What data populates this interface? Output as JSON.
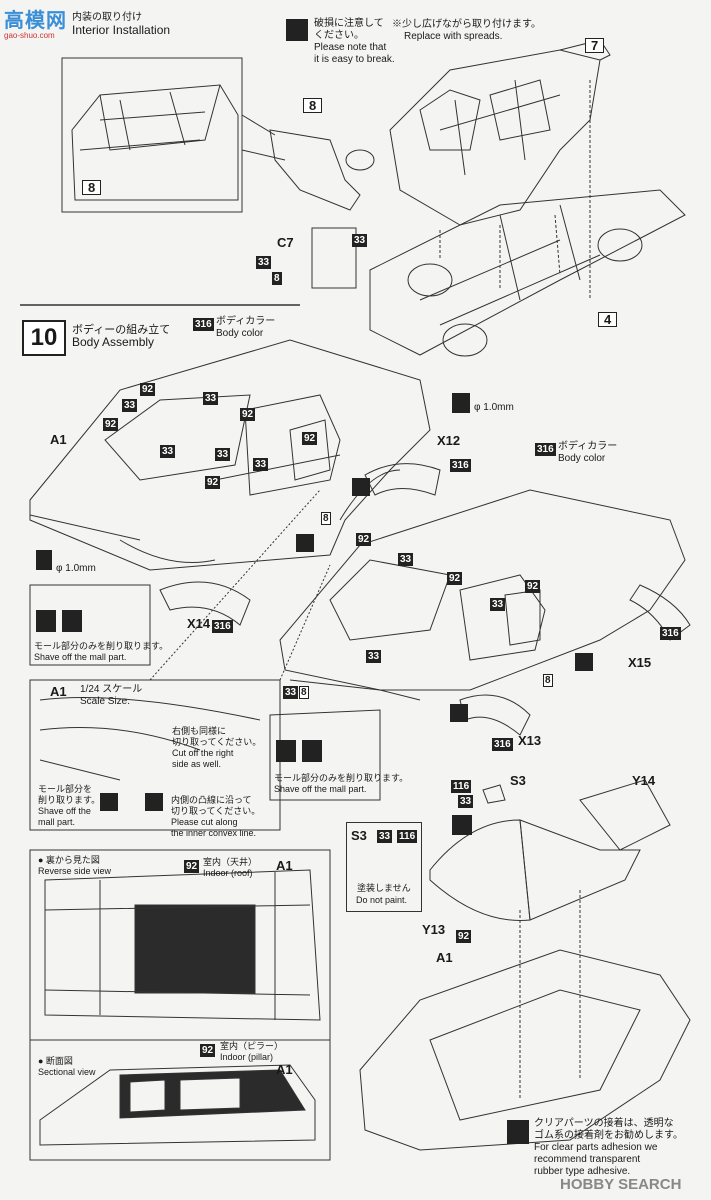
{
  "logo": {
    "text": "高模网",
    "sub": "gao-shuo.com"
  },
  "watermark": "HOBBY SEARCH",
  "step_interior": {
    "title_jp": "内装の取り付け",
    "title_en": "Interior Installation"
  },
  "notes": {
    "fragile_jp": "破損に注意して",
    "fragile_jp2": "ください。",
    "fragile_en1": "Please note that",
    "fragile_en2": "it is easy to break.",
    "spread_jp": "※少し広げながら取り付けます。",
    "spread_en": "Replace with spreads."
  },
  "step10": {
    "number": "10",
    "title_jp": "ボディーの組み立て",
    "title_en": "Body Assembly"
  },
  "labels": {
    "body_color_code": "316",
    "body_color_jp": "ボディカラー",
    "body_color_en": "Body color",
    "phi": "φ 1.0mm",
    "shave_jp": "モール部分のみを削り取ります。",
    "shave_en": "Shave off the mall part.",
    "scale_part": "A1",
    "scale_jp": "1/24 スケール",
    "scale_en": "Scale Size.",
    "right_jp1": "右側も同様に",
    "right_jp2": "切り取ってください。",
    "right_en1": "Cut off the right",
    "right_en2": "side as well.",
    "mall_jp1": "モール部分を",
    "mall_jp2": "削り取ります。",
    "mall_en1": "Shave off the",
    "mall_en2": "mall part.",
    "convex_jp1": "内側の凸線に沿って",
    "convex_jp2": "切り取ってください。",
    "convex_en1": "Please cut along",
    "convex_en2": "the inner convex line.",
    "reverse_jp": "● 裏から見た図",
    "reverse_en": "Reverse side view",
    "roof_jp": "室内（天井）",
    "roof_en": "Indoor (roof)",
    "section_jp": "● 断面図",
    "section_en": "Sectional view",
    "pillar_jp": "室内（ピラー）",
    "pillar_en": "Indoor (pillar)",
    "nopaint_jp": "塗装しません",
    "nopaint_en": "Do not paint.",
    "clear_jp1": "クリアパーツの接着は、透明な",
    "clear_jp2": "ゴム系の接着剤をお勧めします。",
    "clear_en1": "For clear parts adhesion we",
    "clear_en2": "recommend transparent",
    "clear_en3": "rubber type adhesive."
  },
  "parts": {
    "p7": "7",
    "p8": "8",
    "p4": "4",
    "C7": "C7",
    "A1": "A1",
    "X12": "X12",
    "X13": "X13",
    "X14": "X14",
    "X15": "X15",
    "S3": "S3",
    "Y13": "Y13",
    "Y14": "Y14"
  },
  "codes": {
    "c33": "33",
    "c92": "92",
    "c316": "316",
    "c116": "116",
    "c8": "8"
  }
}
